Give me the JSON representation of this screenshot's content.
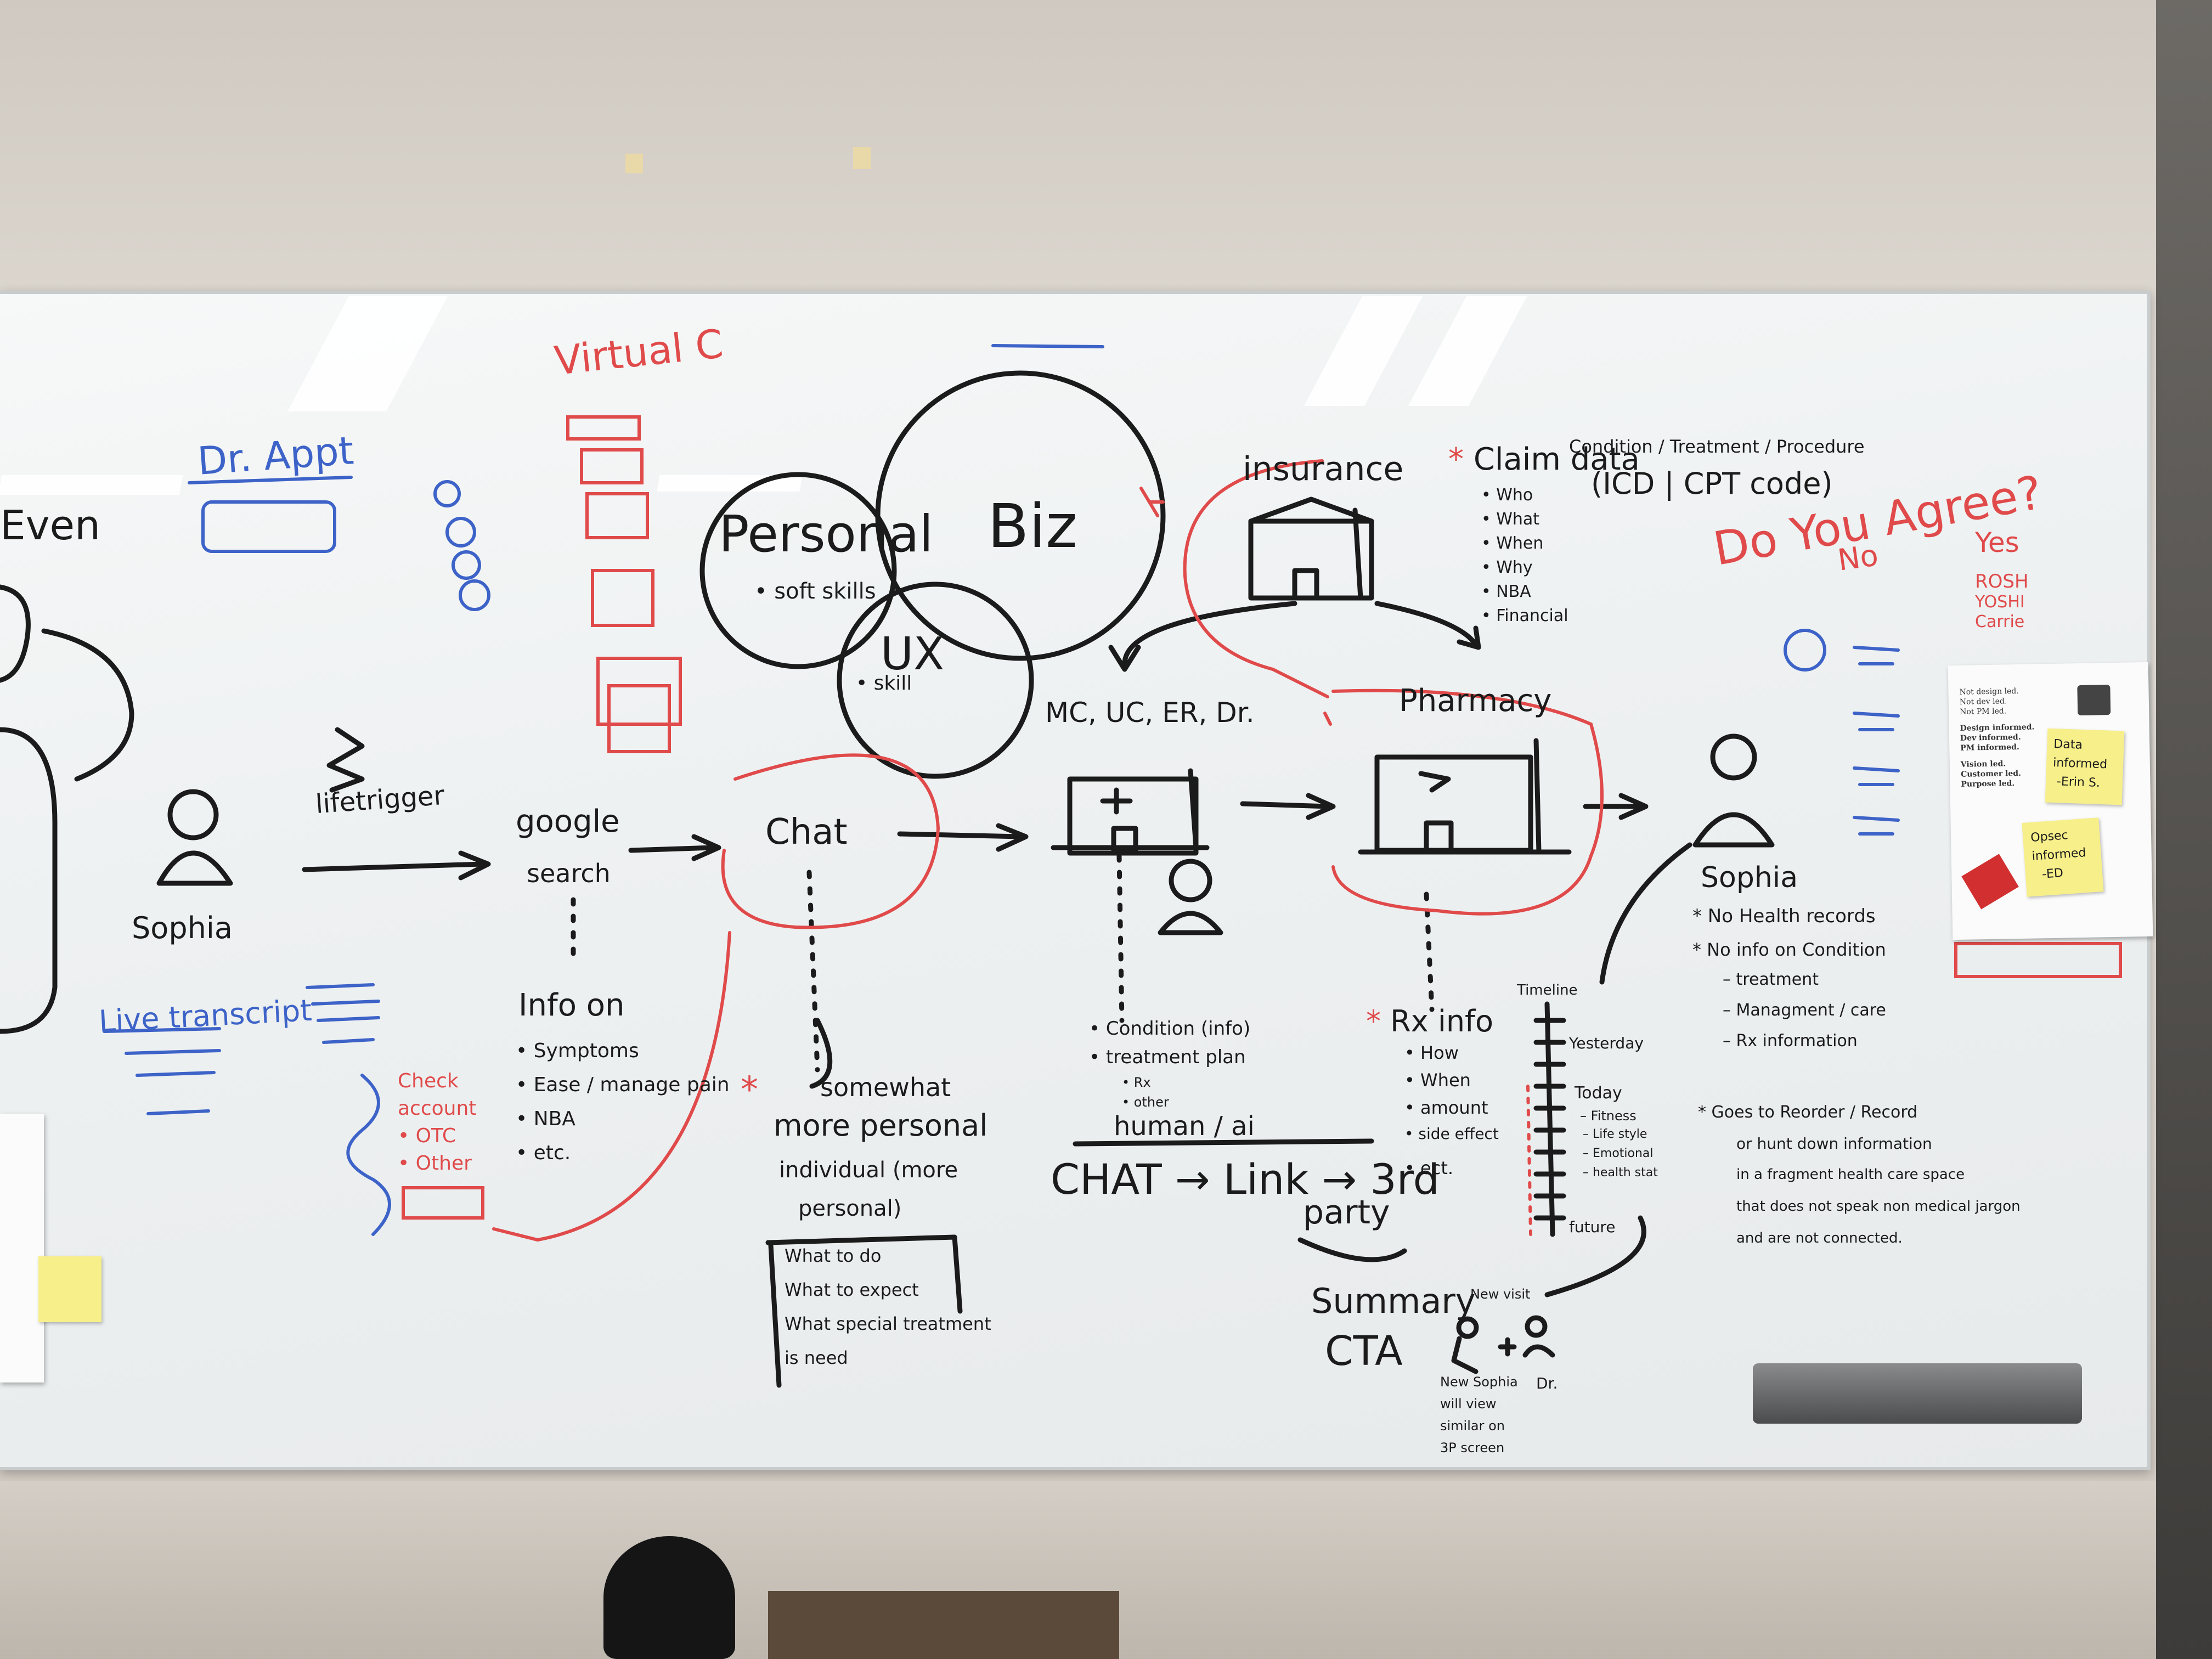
{
  "board": {
    "top_left": {
      "dr_appt": "Dr. Appt",
      "cut_text": "Even",
      "live_transcript": "Live transcript",
      "virtual": "Virtual C"
    },
    "persona": {
      "name": "Sophia",
      "trigger": "lifetrigger"
    },
    "venn": {
      "personal": "Personal",
      "personal_note": "• soft skills",
      "biz": "Biz",
      "ux": "UX",
      "ux_note": "• skill"
    },
    "insurance": {
      "label": "insurance",
      "claim_title": "Claim data",
      "claim_sub": "Condition / Treatment / Procedure",
      "codes": "(ICD | CPT code)",
      "claim_items": [
        "• Who",
        "• What",
        "• When",
        "• Why",
        "• NBA",
        "• Financial"
      ]
    },
    "google": {
      "label_1": "google",
      "label_2": "search",
      "info_title": "Info on",
      "info_items": [
        "• Symptoms",
        "• Ease / manage pain",
        "• NBA",
        "• etc."
      ]
    },
    "check": {
      "items": [
        "Check",
        "account",
        "• OTC",
        "• Other"
      ]
    },
    "chat": {
      "label": "Chat",
      "note_1": "somewhat",
      "note_2": "more personal",
      "note_3": "individual (more",
      "note_4": "personal)",
      "box_items": [
        "What to do",
        "What to expect",
        "What special treatment",
        "is need"
      ]
    },
    "clinic": {
      "label": "MC, UC, ER, Dr.",
      "items": [
        "• Condition (info)",
        "• treatment plan",
        "• Rx",
        "• other"
      ],
      "human_ai": "human / ai",
      "chat_link": "CHAT → Link → 3rd",
      "party": "party",
      "summary_1": "Summary",
      "summary_2": "CTA"
    },
    "pharmacy": {
      "label": "Pharmacy",
      "rx_title": "Rx info",
      "rx_items": [
        "• How",
        "• When",
        "• amount",
        "• side effect",
        "• ect."
      ]
    },
    "timeline": {
      "label": "Timeline",
      "items": [
        "Yesterday",
        "Today",
        "– Fitness",
        "– Life style",
        "– Emotional",
        "– health stat",
        "future"
      ],
      "new_visit": "New visit",
      "new_sophia": "New Sophia",
      "new_sophia_2": "will view",
      "new_sophia_3": "similar on",
      "new_sophia_4": "3P screen",
      "dr": "Dr."
    },
    "sophia_right": {
      "name": "Sophia",
      "notes": [
        "* No Health records",
        "* No info on Condition",
        "– treatment",
        "– Managment / care",
        "– Rx information"
      ],
      "foot_notes": [
        "* Goes to Reorder / Record",
        "or hunt down information",
        "in a fragment health care space",
        "that does not speak non medical jargon",
        "and are not connected."
      ]
    },
    "do_you": {
      "question": "Do You Agree?",
      "no": "No",
      "yes": "Yes",
      "names": [
        "ROSH",
        "YOSHI",
        "Carrie"
      ]
    },
    "paper_note": {
      "lines": [
        "Not design led.",
        "Not dev led.",
        "Not PM led.",
        "Design informed.",
        "Dev informed.",
        "PM informed.",
        "Vision led.",
        "Customer led.",
        "Purpose led."
      ]
    },
    "sticky_1": [
      "Data",
      "informed",
      "-Erin S."
    ],
    "sticky_2": [
      "Opsec",
      "informed",
      "-ED"
    ]
  },
  "colors": {
    "marker_black": "#1b1b1b",
    "marker_red": "#e04a4a",
    "marker_blue": "#3d63c8",
    "sticky": "#f7ef8a"
  }
}
